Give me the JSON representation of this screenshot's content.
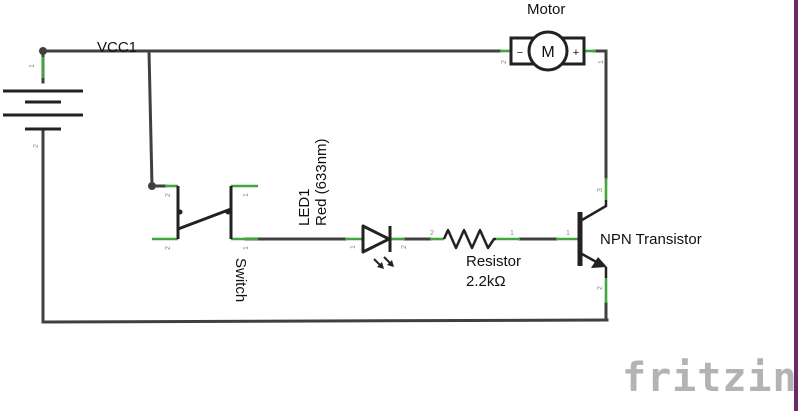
{
  "labels": {
    "vcc": "VCC1",
    "motor": "Motor",
    "motor_symbol": "M",
    "motor_minus": "−",
    "motor_plus": "+",
    "led_name": "LED1",
    "led_value": "Red (633nm)",
    "switch": "Switch",
    "resistor_name": "Resistor",
    "resistor_value": "2.2kΩ",
    "transistor": "NPN Transistor"
  },
  "pins": {
    "battery_top": "1",
    "battery_bottom": "2",
    "motor_left": "2",
    "motor_right": "1",
    "switch_tl": "2",
    "switch_tr": "1",
    "switch_bl": "2",
    "switch_br": "1",
    "led_left": "1",
    "led_right": "2",
    "res_left": "2",
    "res_right": "1",
    "q_base": "1",
    "q_collector": "3",
    "q_emitter": "2"
  },
  "brand": "fritzing",
  "colors": {
    "wire": "#404040",
    "pin": "#41a63c",
    "frame": "#6b2a66",
    "brand": "#b3b3b3"
  }
}
